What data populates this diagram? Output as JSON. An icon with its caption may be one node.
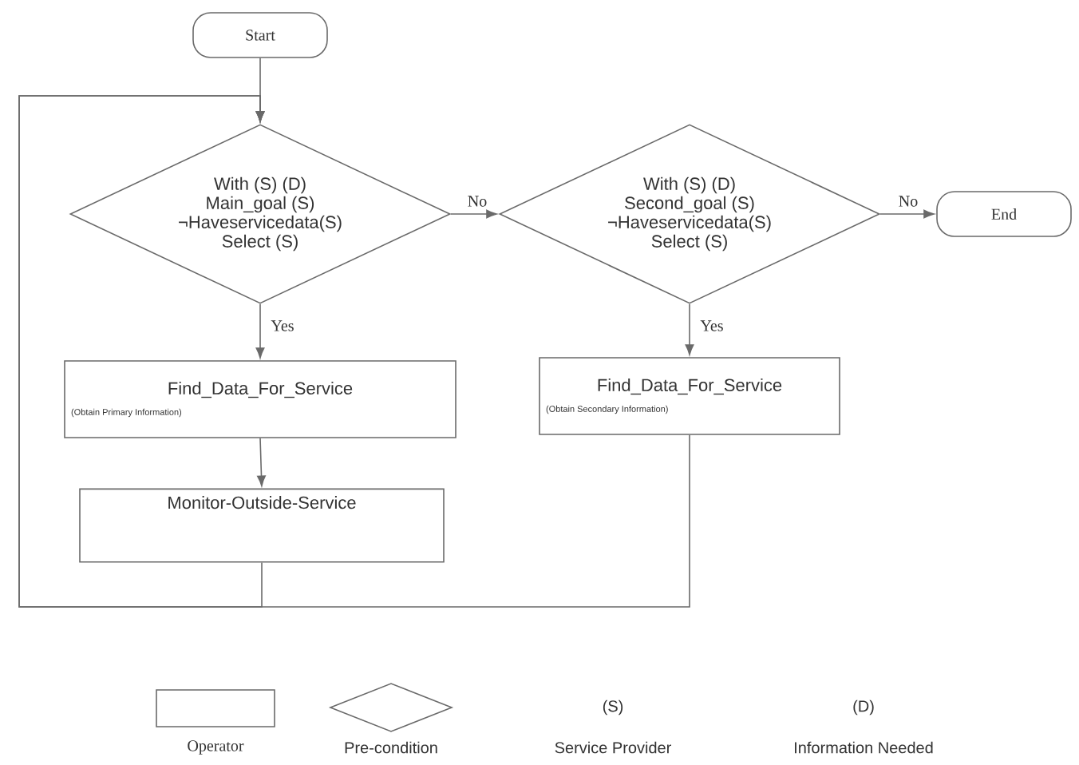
{
  "diagram": {
    "nodes": [
      {
        "text": [
          "Start"
        ]
      },
      {
        "text": [
          "With (S) (D)",
          "Main_goal (S)",
          "¬Haveservicedata(S)",
          "Select (S)"
        ]
      },
      {
        "text": [
          "With (S) (D)",
          "Second_goal (S)",
          "¬Haveservicedata(S)",
          "Select (S)"
        ]
      },
      {
        "text": [
          "End"
        ]
      },
      {
        "text": [
          "Find_Data_For_Service",
          "(Obtain Primary Information)"
        ]
      },
      {
        "text": [
          "Find_Data_For_Service",
          "(Obtain Secondary Information)"
        ]
      },
      {
        "text": [
          "Monitor-Outside-Service"
        ]
      }
    ],
    "edges": [
      {
        "from": 0,
        "to": 1,
        "arrow": "to"
      },
      {
        "from": 1,
        "to": 2,
        "arrow": "to",
        "label": "No"
      },
      {
        "from": 2,
        "to": 3,
        "arrow": "to",
        "label": "No"
      },
      {
        "from": 1,
        "to": 4,
        "arrow": "to",
        "label": "Yes"
      },
      {
        "from": 2,
        "to": 5,
        "arrow": "to",
        "label": "Yes"
      },
      {
        "from": 4,
        "to": 6,
        "arrow": "to"
      },
      {
        "from": 6,
        "to": 1,
        "arrow": "to"
      },
      {
        "from": 5,
        "to": 1,
        "arrow": "to"
      }
    ],
    "labels": [
      "(S)",
      "(D)"
    ],
    "legend": [
      {
        "text": "Operator"
      },
      {
        "text": "Pre-condition"
      },
      {
        "text": "Service Provider"
      },
      {
        "text": "Information Needed"
      }
    ]
  }
}
